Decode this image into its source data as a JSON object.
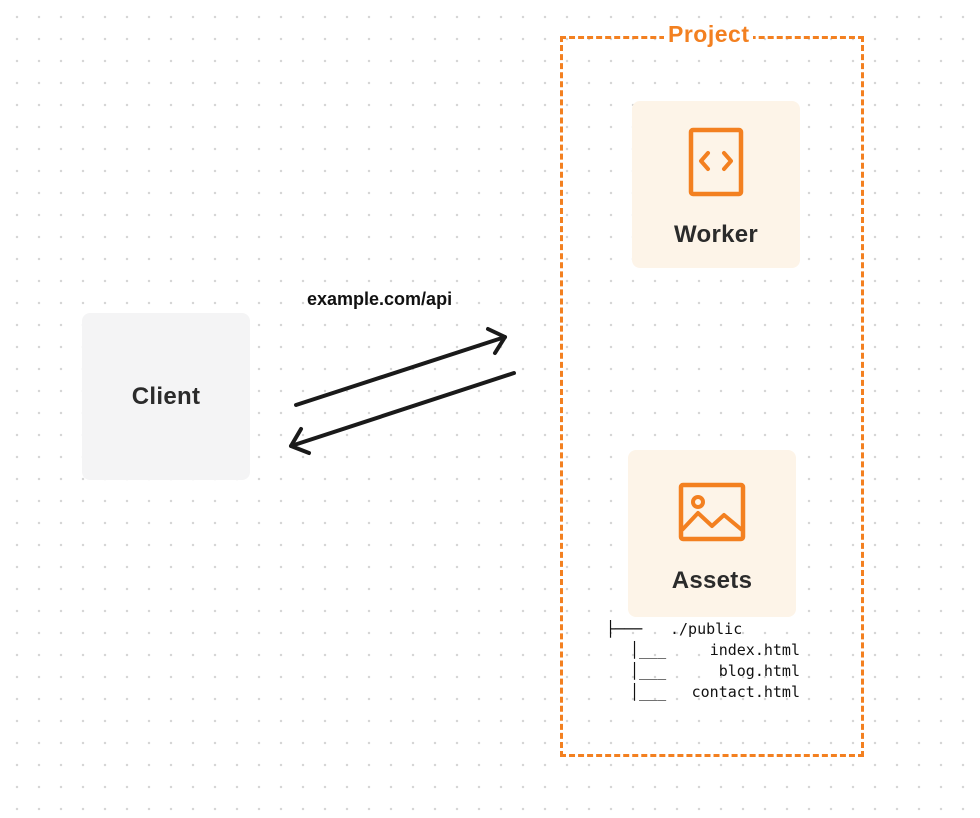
{
  "project": {
    "label": "Project"
  },
  "client": {
    "label": "Client"
  },
  "worker": {
    "label": "Worker",
    "icon": "code-file-icon"
  },
  "assets": {
    "label": "Assets",
    "icon": "image-icon"
  },
  "route": {
    "label": "example.com/api"
  },
  "file_tree": {
    "root": "./public",
    "files": [
      "index.html",
      "blog.html",
      "contact.html"
    ]
  },
  "colors": {
    "accent": "#f38020",
    "node_fill_orange": "#fdf4e8",
    "node_fill_gray": "#f4f4f5",
    "text": "#2b2b2b"
  }
}
